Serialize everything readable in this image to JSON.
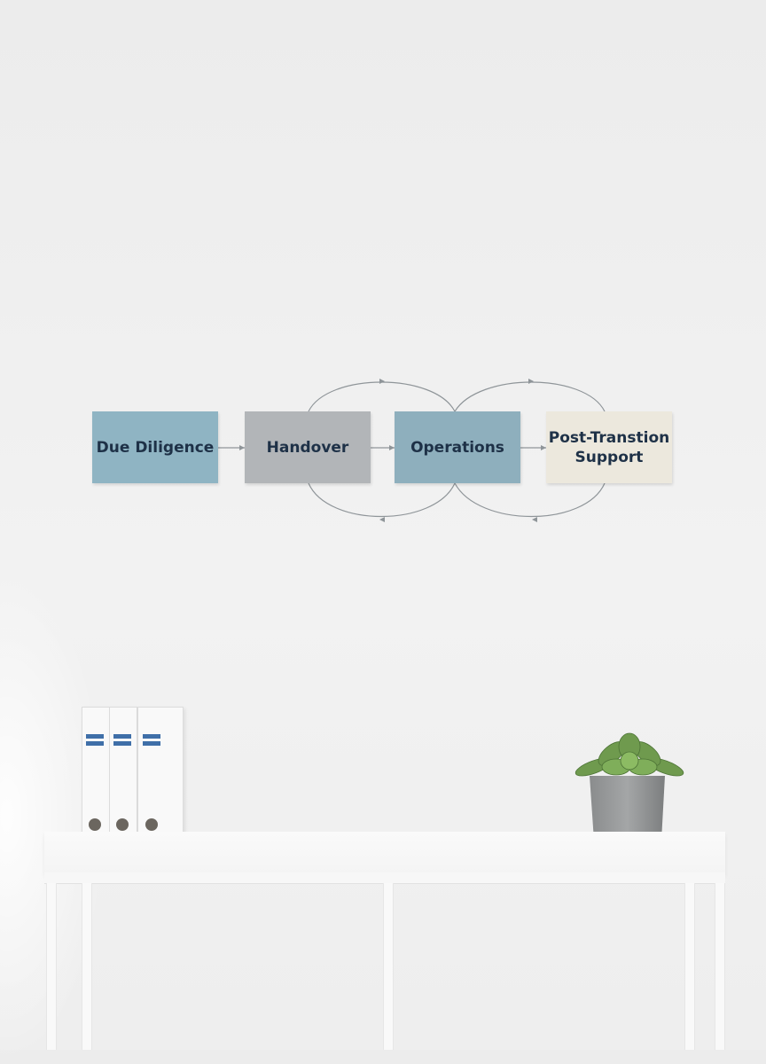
{
  "flow": {
    "steps": [
      {
        "label": "Due Diligence"
      },
      {
        "label": "Handover"
      },
      {
        "label": "Operations"
      },
      {
        "label": "Post-Transtion",
        "label_line2": "Support"
      }
    ]
  },
  "colors": {
    "wall": "#eeeeee",
    "card_due_diligence": "#8fb4c3",
    "card_handover": "#b2b5b8",
    "card_operations": "#8eafbd",
    "card_post_transition": "#ece8dd",
    "card_text": "#1e3147",
    "binder_label": "#3f6fa8"
  },
  "objects": {
    "binders": 3,
    "shelf": "white console table",
    "plant": "succulent in grey pot"
  }
}
